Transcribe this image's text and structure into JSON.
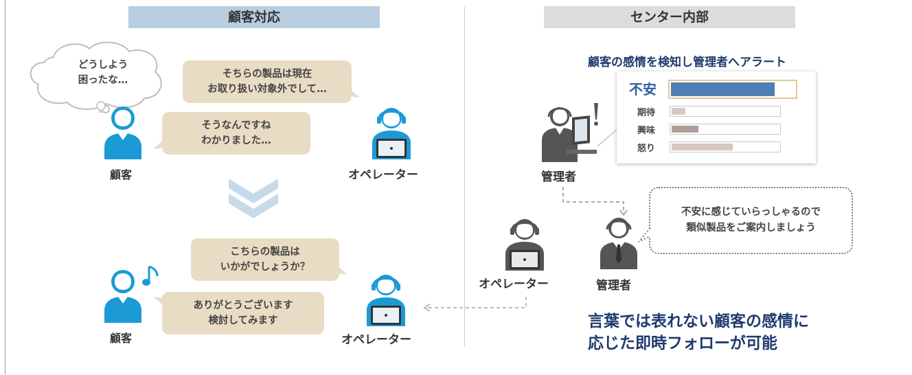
{
  "left_header": "顧客対応",
  "right_header": "センター内部",
  "thought_bubble": [
    "どうしよう",
    "困ったな…"
  ],
  "scene1": {
    "operator_msg": [
      "そちらの製品は現在",
      "お取り扱い対象外でして…"
    ],
    "customer_msg": [
      "そうなんですね",
      "わかりました…"
    ],
    "customer_label": "顧客",
    "operator_label": "オペレーター"
  },
  "scene2": {
    "operator_msg": [
      "こちらの製品は",
      "いかがでしょうか？"
    ],
    "customer_msg": [
      "ありがとうございます",
      "検討してみます"
    ],
    "customer_label": "顧客",
    "operator_label": "オペレーター"
  },
  "alert_title": "顧客の感情を検知し管理者へアラート",
  "manager_label": "管理者",
  "emotions": [
    {
      "label": "不安",
      "value": 0.85,
      "color": "#4f7fb5",
      "highlight": true
    },
    {
      "label": "期待",
      "value": 0.13,
      "color": "#dac8c4",
      "highlight": false
    },
    {
      "label": "興味",
      "value": 0.25,
      "color": "#b29e98",
      "highlight": false
    },
    {
      "label": "怒り",
      "value": 0.58,
      "color": "#d8c6c2",
      "highlight": false
    }
  ],
  "advice_bubble": [
    "不安に感じていらっしゃるので",
    "類似製品をご案内しましょう"
  ],
  "operator_label_right": "オペレーター",
  "manager_label_2": "管理者",
  "conclusion": [
    "言葉では表れない顧客の感情に",
    "応じた即時フォローが可能"
  ]
}
